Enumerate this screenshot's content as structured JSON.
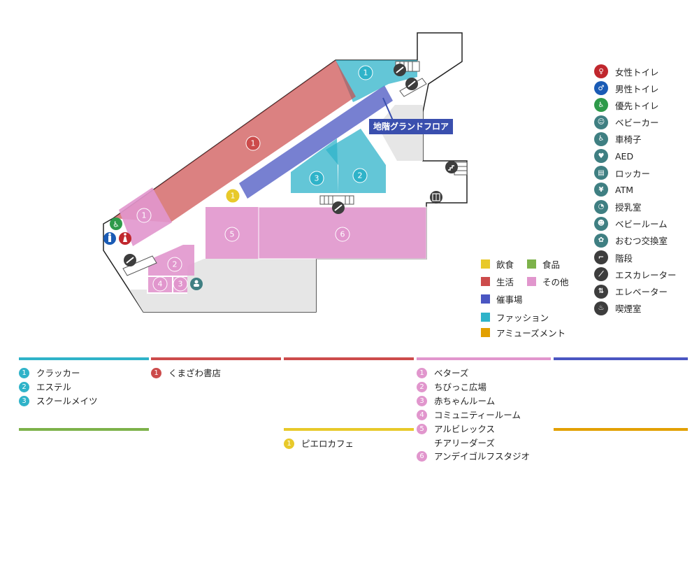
{
  "colors": {
    "food_drink": "#e8c92a",
    "grocery": "#7db24a",
    "living": "#cc4b4b",
    "other": "#e196cd",
    "event": "#4a56c2",
    "fashion": "#2fb3c9",
    "amusement": "#e2a000",
    "common": "#e6e6e6",
    "outline": "#222222"
  },
  "map": {
    "callout_label": "地階グランドフロア",
    "shops": [
      {
        "num": "1",
        "category": "fashion"
      },
      {
        "num": "1",
        "category": "living"
      },
      {
        "num": "3",
        "category": "fashion"
      },
      {
        "num": "2",
        "category": "fashion"
      },
      {
        "num": "1",
        "category": "food_drink"
      },
      {
        "num": "1",
        "category": "other"
      },
      {
        "num": "5",
        "category": "other"
      },
      {
        "num": "6",
        "category": "other"
      },
      {
        "num": "2",
        "category": "other"
      },
      {
        "num": "4",
        "category": "other"
      },
      {
        "num": "3",
        "category": "other"
      }
    ]
  },
  "facility_legend": [
    {
      "icon": "womens-restroom-icon",
      "label": "女性トイレ",
      "color": "#c0272d",
      "glyph": "♀"
    },
    {
      "icon": "mens-restroom-icon",
      "label": "男性トイレ",
      "color": "#1a5bb5",
      "glyph": "♂"
    },
    {
      "icon": "accessible-restroom-icon",
      "label": "優先トイレ",
      "color": "#2e9a4a",
      "glyph": "♿"
    },
    {
      "icon": "stroller-icon",
      "label": "ベビーカー",
      "color": "#3f7f82",
      "glyph": "☺"
    },
    {
      "icon": "wheelchair-icon",
      "label": "車椅子",
      "color": "#3f7f82",
      "glyph": "♿"
    },
    {
      "icon": "aed-icon",
      "label": "AED",
      "color": "#3f7f82",
      "glyph": "♥"
    },
    {
      "icon": "locker-icon",
      "label": "ロッカー",
      "color": "#3f7f82",
      "glyph": "▤"
    },
    {
      "icon": "atm-icon",
      "label": "ATM",
      "color": "#3f7f82",
      "glyph": "¥"
    },
    {
      "icon": "nursing-room-icon",
      "label": "授乳室",
      "color": "#3f7f82",
      "glyph": "◔"
    },
    {
      "icon": "baby-room-icon",
      "label": "ベビールーム",
      "color": "#3f7f82",
      "glyph": "☻"
    },
    {
      "icon": "diaper-changing-icon",
      "label": "おむつ交換室",
      "color": "#3f7f82",
      "glyph": "✿"
    },
    {
      "icon": "stairs-icon",
      "label": "階段",
      "color": "#3d3d3d",
      "glyph": "⌐"
    },
    {
      "icon": "escalator-icon",
      "label": "エスカレーター",
      "color": "#3d3d3d",
      "glyph": "⟋"
    },
    {
      "icon": "elevator-icon",
      "label": "エレベーター",
      "color": "#3d3d3d",
      "glyph": "⇅"
    },
    {
      "icon": "smoking-room-icon",
      "label": "喫煙室",
      "color": "#3d3d3d",
      "glyph": "♨"
    }
  ],
  "category_legend": [
    {
      "label": "飲食",
      "color": "#e8c92a"
    },
    {
      "label": "食品",
      "color": "#7db24a"
    },
    {
      "label": "生活",
      "color": "#cc4b4b"
    },
    {
      "label": "その他",
      "color": "#e196cd"
    },
    {
      "label": "催事場",
      "color": "#4a56c2"
    },
    {
      "label": "ファッション",
      "color": "#2fb3c9"
    },
    {
      "label": "アミューズメント",
      "color": "#e2a000"
    }
  ],
  "shop_lists": {
    "fashion": [
      {
        "num": "1",
        "name": "クラッカー"
      },
      {
        "num": "2",
        "name": "エステル"
      },
      {
        "num": "3",
        "name": "スクールメイツ"
      }
    ],
    "living": [
      {
        "num": "1",
        "name": "くまざわ書店"
      }
    ],
    "food_drink": [
      {
        "num": "1",
        "name": "ピエロカフェ"
      }
    ],
    "other": [
      {
        "num": "1",
        "name": "ベターズ"
      },
      {
        "num": "2",
        "name": "ちびっこ広場"
      },
      {
        "num": "3",
        "name": "赤ちゃんルーム"
      },
      {
        "num": "4",
        "name": "コミュニティールーム"
      },
      {
        "num": "5",
        "name": "アルビレックス\nチアリーダーズ"
      },
      {
        "num": "6",
        "name": "アンデイゴルフスタジオ"
      }
    ]
  }
}
